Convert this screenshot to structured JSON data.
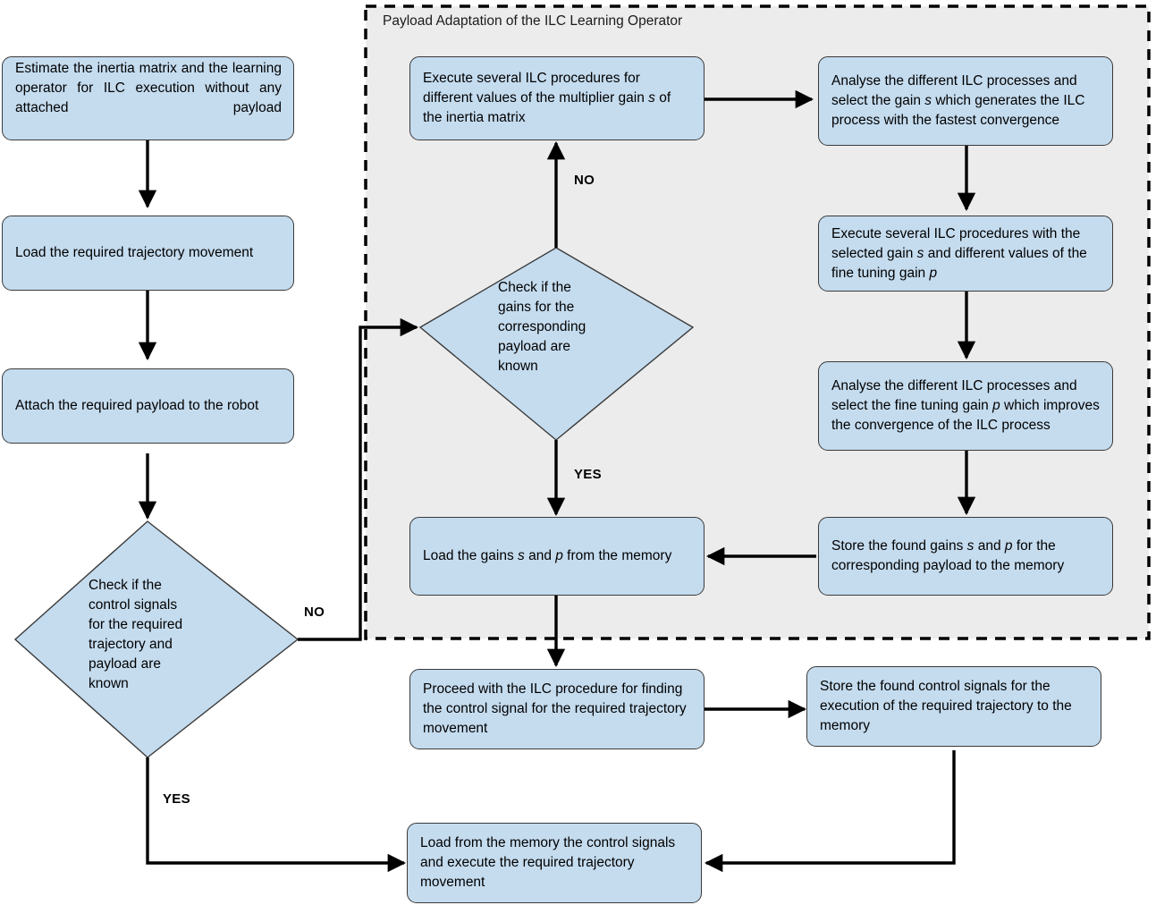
{
  "diagram": {
    "title": "Payload Adaptation of the ILC Learning Operator",
    "colors": {
      "box_fill": "#c5dcef",
      "box_stroke": "#3a3a3a",
      "group_fill": "#ececec",
      "group_stroke": "#000000",
      "edge": "#000000",
      "background": "#ffffff"
    },
    "group": {
      "label": "Payload Adaptation of the ILC Learning Operator"
    },
    "nodes": {
      "estimate_inertia": {
        "type": "process",
        "text": "Estimate the inertia matrix and the learning operator for ILC execution without any attached payload"
      },
      "load_trajectory": {
        "type": "process",
        "text": "Load the required trajectory movement"
      },
      "attach_payload": {
        "type": "process",
        "text": "Attach the required payload to the robot"
      },
      "check_control_signals": {
        "type": "decision",
        "text": "Check if the\ncontrol signals\nfor the required\ntrajectory and\npayload are\nknown"
      },
      "check_gains": {
        "type": "decision",
        "text": "Check if the\ngains for the\ncorresponding\npayload are\nknown"
      },
      "execute_ilc_s": {
        "type": "process",
        "text_parts": [
          "Execute several ILC procedures for different values of the multiplier gain ",
          "s",
          " of the inertia matrix"
        ]
      },
      "analyse_select_s": {
        "type": "process",
        "text_parts": [
          "Analyse the different ILC processes and select the gain ",
          "s",
          " which generates the ILC process with the fastest convergence"
        ]
      },
      "execute_ilc_p": {
        "type": "process",
        "text_parts": [
          "Execute several ILC procedures with the selected gain ",
          "s",
          " and different values of the fine tuning gain ",
          "p",
          ""
        ]
      },
      "analyse_select_p": {
        "type": "process",
        "text_parts": [
          "Analyse the different ILC processes and select the fine tuning gain ",
          "p",
          " which improves the convergence of the ILC process"
        ]
      },
      "store_gains": {
        "type": "process",
        "text_parts": [
          "Store the found gains ",
          "s",
          " and ",
          "p",
          " for the corresponding payload to the memory"
        ]
      },
      "load_gains": {
        "type": "process",
        "text_parts": [
          "Load the gains ",
          "s",
          " and ",
          "p",
          " from the memory"
        ]
      },
      "proceed_ilc": {
        "type": "process",
        "text": "Proceed with the ILC procedure for finding the control signal for the required trajectory movement"
      },
      "store_control_signals": {
        "type": "process",
        "text": "Store the found control signals for the execution of the required trajectory to the memory"
      },
      "load_and_execute": {
        "type": "process",
        "text": "Load from the memory the control signals and execute the required trajectory movement"
      }
    },
    "edge_labels": {
      "no_control_signals": "NO",
      "yes_control_signals": "YES",
      "no_gains": "NO",
      "yes_gains": "YES"
    }
  }
}
